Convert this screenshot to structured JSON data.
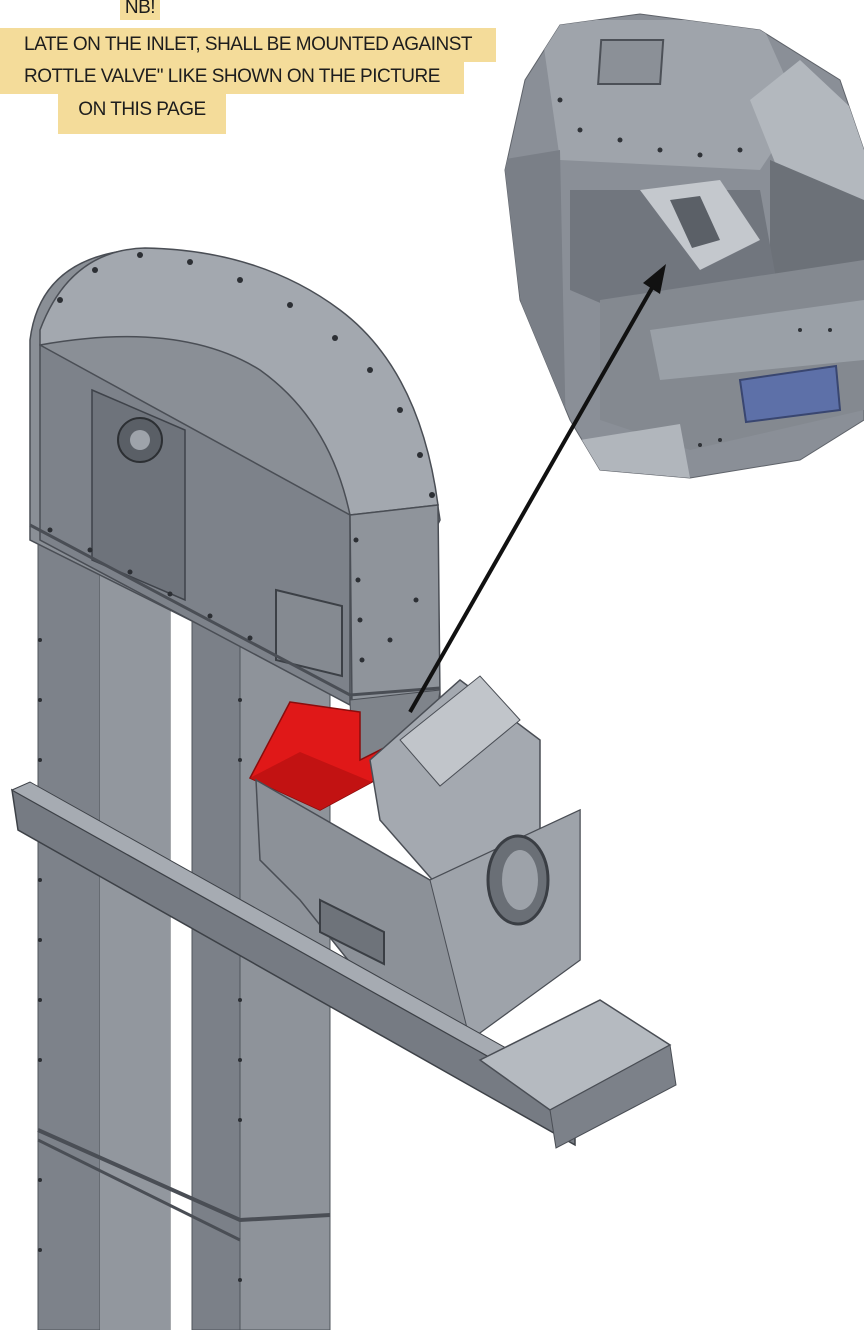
{
  "note": {
    "line1": "NB!",
    "line2": "LATE ON THE INLET, SHALL BE MOUNTED AGAINST",
    "line3": "ROTTLE VALVE\" LIKE SHOWN ON THE PICTURE",
    "line4": "ON THIS PAGE"
  },
  "colors": {
    "steel": "#7b8088",
    "steel_dark": "#4f545b",
    "steel_light": "#a7acb3",
    "highlight": "#e01818",
    "window_blue": "#5d70a8",
    "note_bg": "#f4dc9a"
  }
}
